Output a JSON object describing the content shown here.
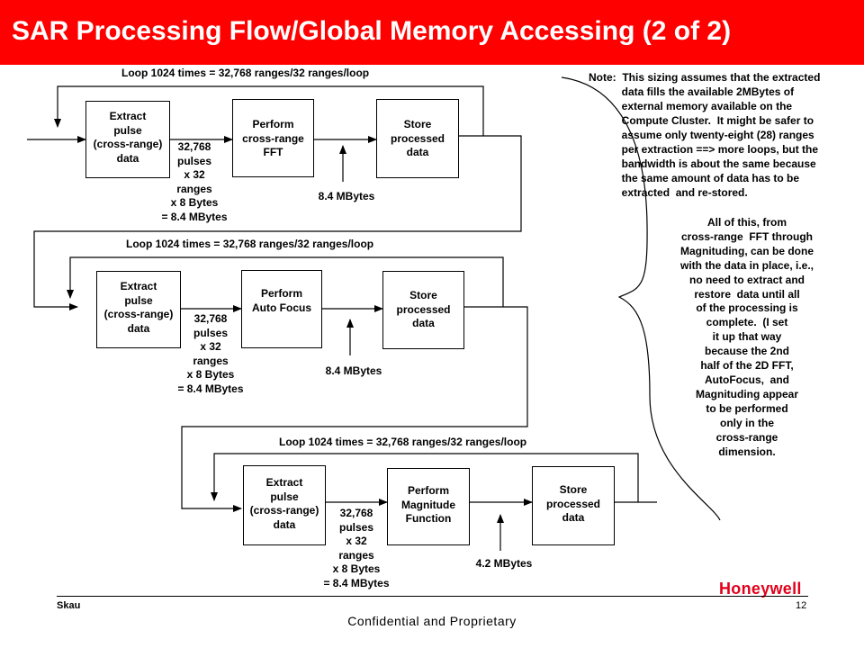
{
  "title": "SAR Processing Flow/Global Memory Accessing (2 of 2)",
  "colors": {
    "titlebar": "#ff0000",
    "title_text": "#ffffff",
    "logo": "#e2001a"
  },
  "stage1": {
    "loop": "Loop 1024 times = 32,768 ranges/32 ranges/loop",
    "extract": "Extract\npulse\n(cross-range)\ndata",
    "process": "Perform\ncross-range\nFFT",
    "store": "Store\nprocessed\ndata",
    "transfer": "32,768\npulses\nx 32\nranges\nx 8 Bytes\n= 8.4 MBytes",
    "mbytes": "8.4 MBytes"
  },
  "stage2": {
    "loop": "Loop 1024 times = 32,768 ranges/32 ranges/loop",
    "extract": "Extract\npulse\n(cross-range)\ndata",
    "process": "Perform\nAuto Focus",
    "store": "Store\nprocessed\ndata",
    "transfer": "32,768\npulses\nx 32\nranges\nx 8 Bytes\n= 8.4 MBytes",
    "mbytes": "8.4 MBytes"
  },
  "stage3": {
    "loop": "Loop 1024 times = 32,768 ranges/32 ranges/loop",
    "extract": "Extract\npulse\n(cross-range)\ndata",
    "process": "Perform\nMagnitude\nFunction",
    "store": "Store\nprocessed\ndata",
    "transfer": "32,768\npulses\nx 32\nranges\nx 8 Bytes\n= 8.4 MBytes",
    "mbytes": "4.2 MBytes"
  },
  "note": "Note:  This sizing assumes that the extracted\n           data fills the available 2MBytes of\n           external memory available on the\n           Compute Cluster.  It might be safer to\n           assume only twenty-eight (28) ranges\n           per extraction ==> more loops, but the\n           bandwidth is about the same because\n           the same amount of data has to be\n           extracted  and re-stored.",
  "brace_note": "All of this, from\ncross-range  FFT through\nMagnituding, can be done\nwith the data in place, i.e.,\nno need to extract and\nrestore  data until all\nof the processing is\ncomplete.  (I set\nit up that way\nbecause the 2nd\nhalf of the 2D FFT,\nAutoFocus,  and\nMagnituding appear\nto be performed\nonly in the\ncross-range\ndimension.",
  "footer": {
    "author": "Skau",
    "page": "12",
    "confidential": "Confidential and Proprietary",
    "logo": "Honeywell"
  }
}
